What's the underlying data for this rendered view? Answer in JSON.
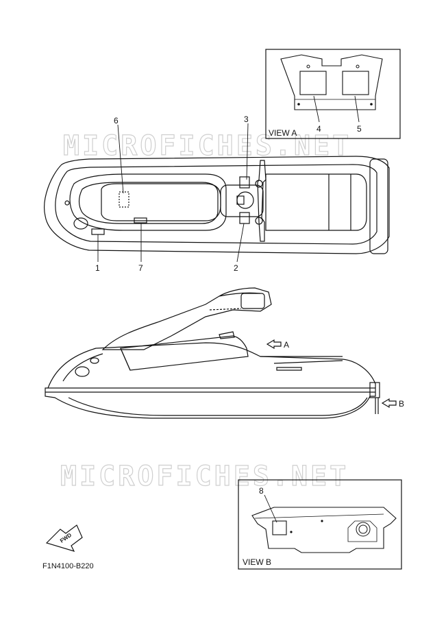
{
  "watermark": "MICROFICHES.NET",
  "callouts": {
    "n1": "1",
    "n2": "2",
    "n3": "3",
    "n4": "4",
    "n5": "5",
    "n6": "6",
    "n7": "7",
    "n8": "8"
  },
  "views": {
    "a_title": "VIEW A",
    "b_title": "VIEW B",
    "a_arrow": "A",
    "b_arrow": "B"
  },
  "fwd_label": "FWD",
  "diagram_code": "F1N4100-B220"
}
